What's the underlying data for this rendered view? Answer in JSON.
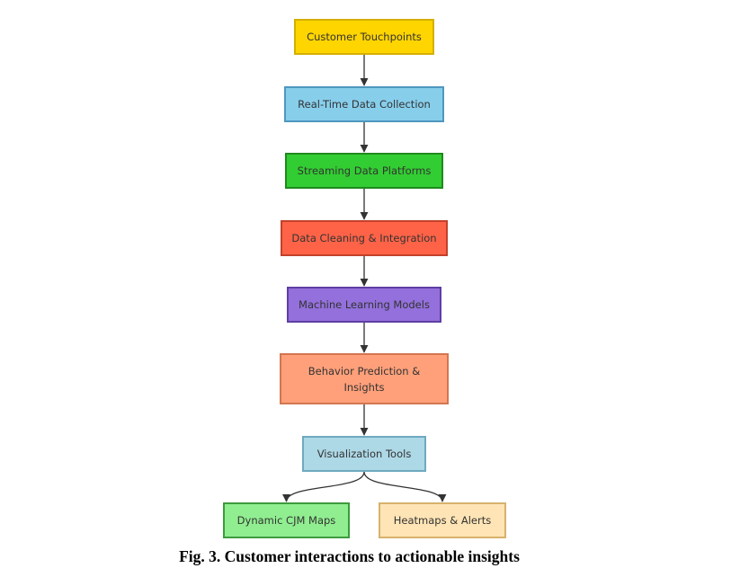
{
  "diagram": {
    "nodes": [
      {
        "id": "touchpoints",
        "label": "Customer Touchpoints",
        "fill": "#FFD500",
        "border": "#D4AF00"
      },
      {
        "id": "realtime",
        "label": "Real-Time Data Collection",
        "fill": "#87CEEB",
        "border": "#4F97BF"
      },
      {
        "id": "streaming",
        "label": "Streaming Data Platforms",
        "fill": "#32CD32",
        "border": "#1E8A1E"
      },
      {
        "id": "cleaning",
        "label": "Data Cleaning & Integration",
        "fill": "#FF6347",
        "border": "#C2412A"
      },
      {
        "id": "ml",
        "label": "Machine Learning Models",
        "fill": "#9370DB",
        "border": "#5E3FA3"
      },
      {
        "id": "behavior",
        "label": "Behavior Prediction &\nInsights",
        "fill": "#FFA07A",
        "border": "#D27650"
      },
      {
        "id": "viz",
        "label": "Visualization Tools",
        "fill": "#ADD8E6",
        "border": "#6FA9BF"
      },
      {
        "id": "cjm",
        "label": "Dynamic CJM Maps",
        "fill": "#90EE90",
        "border": "#3E9A3E"
      },
      {
        "id": "heatmaps",
        "label": "Heatmaps & Alerts",
        "fill": "#FFE4B5",
        "border": "#D6B26C"
      }
    ],
    "edges": [
      {
        "from": "touchpoints",
        "to": "realtime"
      },
      {
        "from": "realtime",
        "to": "streaming"
      },
      {
        "from": "streaming",
        "to": "cleaning"
      },
      {
        "from": "cleaning",
        "to": "ml"
      },
      {
        "from": "ml",
        "to": "behavior"
      },
      {
        "from": "behavior",
        "to": "viz"
      },
      {
        "from": "viz",
        "to": "cjm"
      },
      {
        "from": "viz",
        "to": "heatmaps"
      }
    ],
    "edge_color": "#333333"
  },
  "caption": "Fig. 3. Customer interactions to actionable insights"
}
